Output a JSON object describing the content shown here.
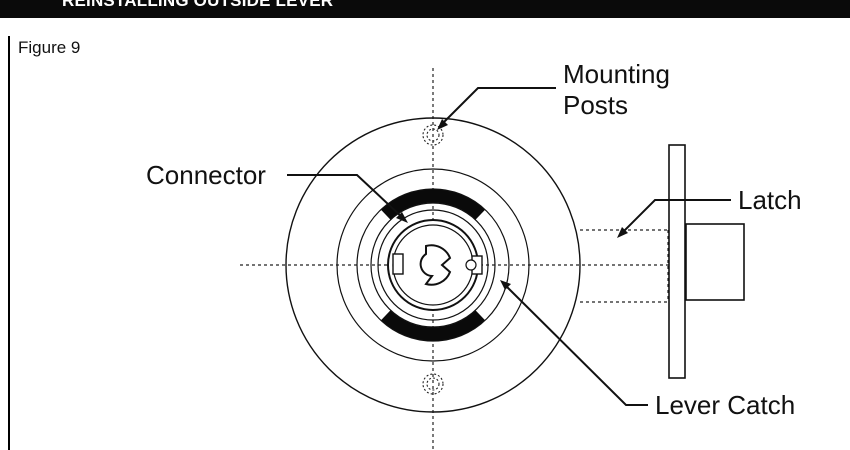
{
  "header": {
    "title": "REINSTALLING OUTSIDE LEVER",
    "background": "#0a0a0a"
  },
  "figure": {
    "label": "Figure 9"
  },
  "callouts": {
    "mounting_posts_line1": "Mounting",
    "mounting_posts_line2": "Posts",
    "connector": "Connector",
    "latch": "Latch",
    "lever_catch": "Lever Catch"
  }
}
